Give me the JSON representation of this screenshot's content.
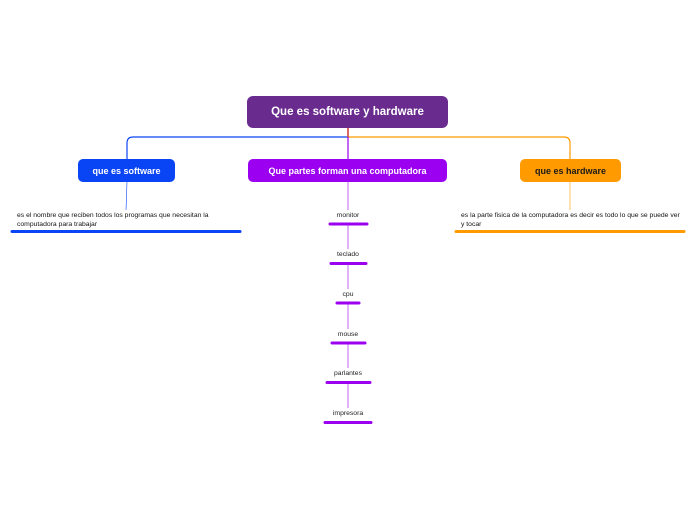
{
  "central_topic": "Que es software y hardware",
  "branches": {
    "software": {
      "label": "que es software",
      "description": "es el nombre que reciben todos los programas que necesitan la computadora para trabajar",
      "color": "#0a45f5"
    },
    "parts": {
      "label": "Que partes forman una computadora",
      "color": "#9b00f0",
      "items": [
        "monitor",
        "teclado",
        "cpu",
        "mouse",
        "parlantes",
        "impresora"
      ]
    },
    "hardware": {
      "label": "que es hardware",
      "description": "es la parte fisica de la computadora es decir es todo lo que se puede ver y tocar",
      "color": "#ff9a00"
    }
  },
  "root_color": "#6a2b8e"
}
